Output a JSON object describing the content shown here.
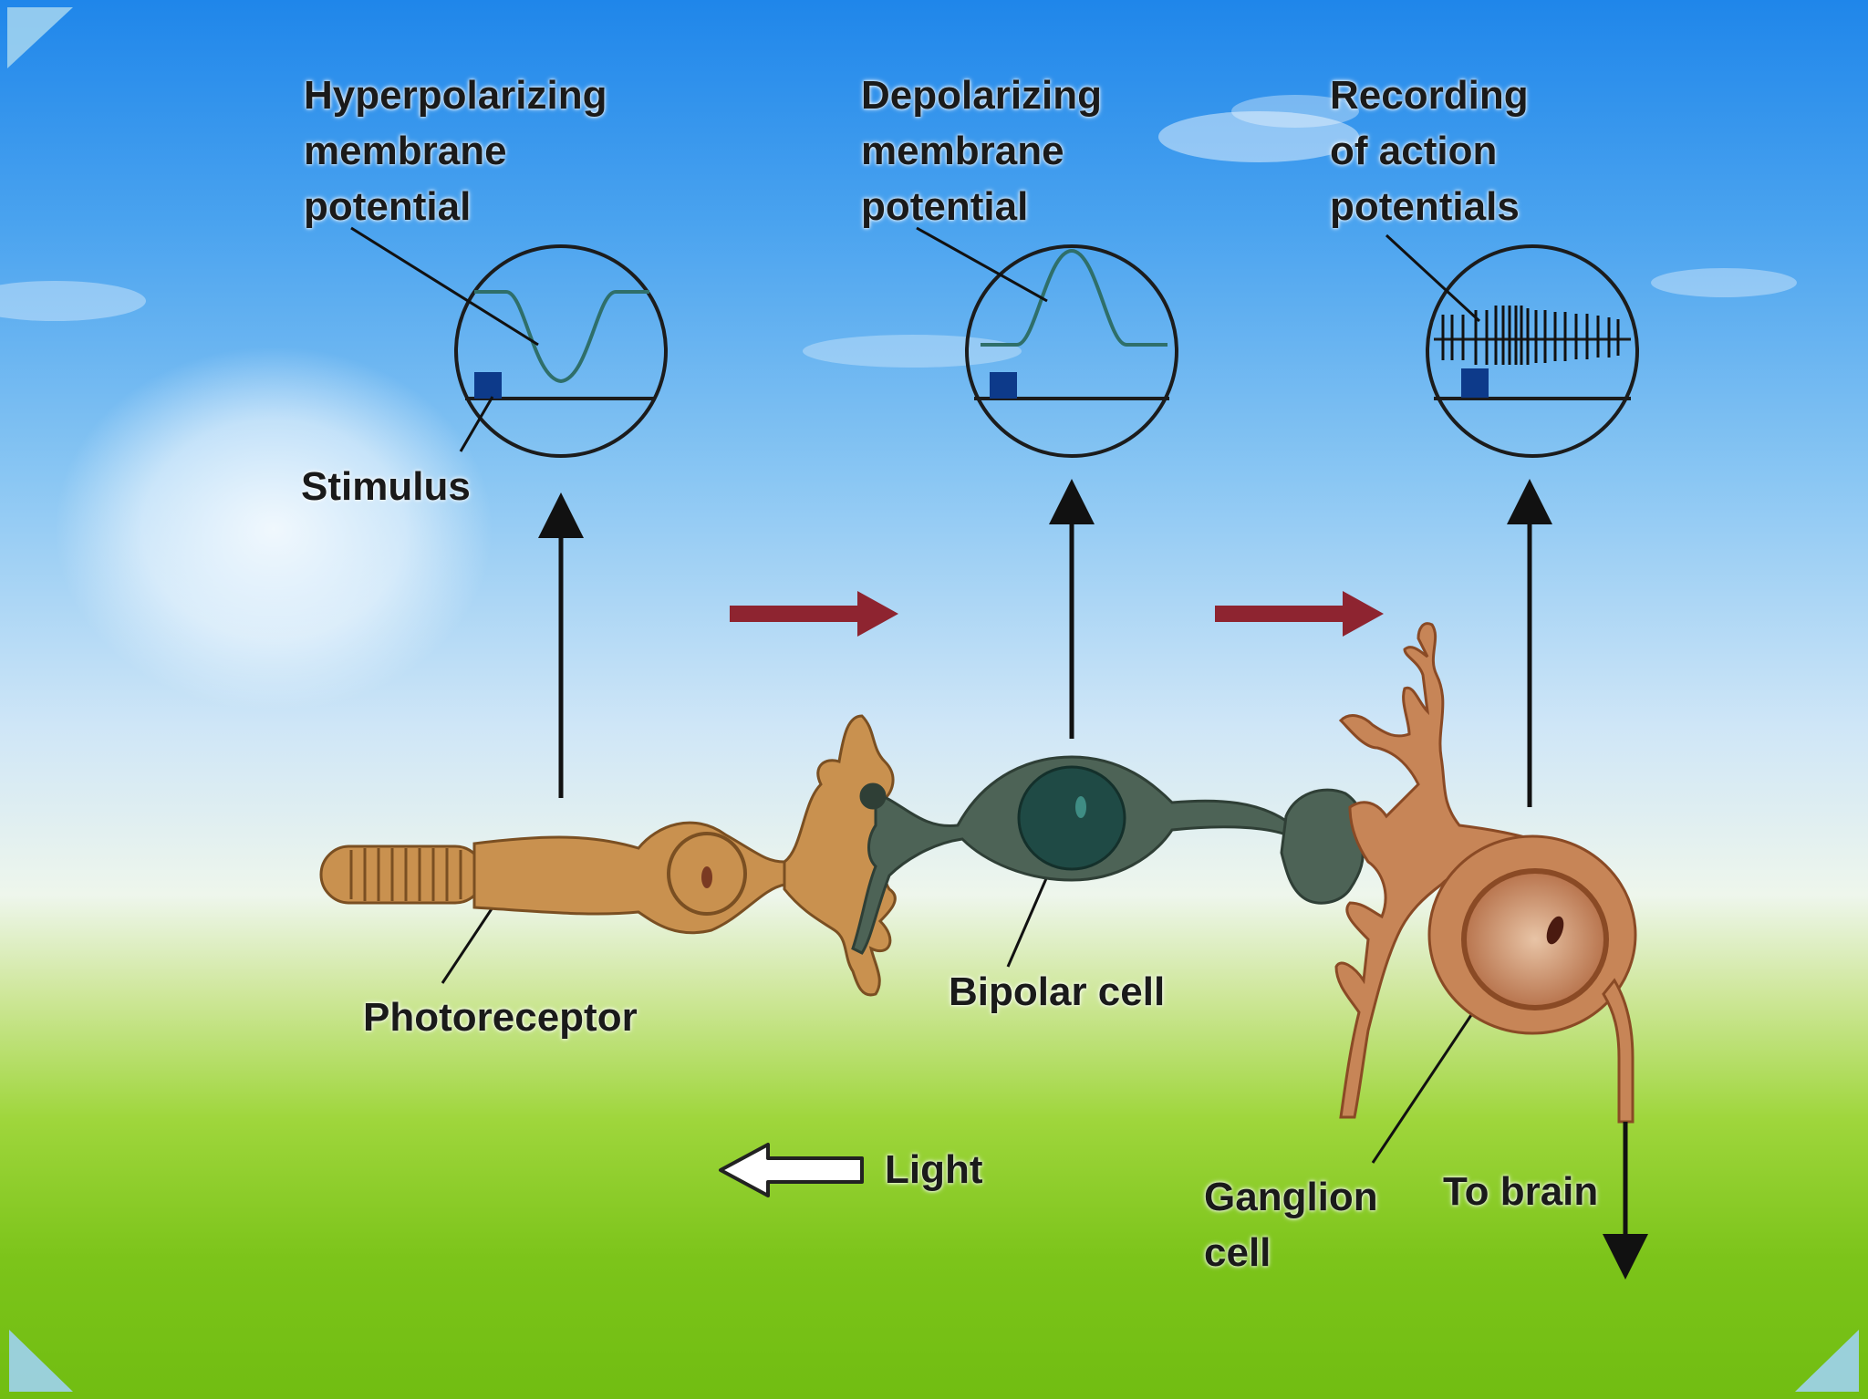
{
  "labels": {
    "hyperpolarizing": "Hyperpolarizing\nmembrane\npotential",
    "depolarizing": "Depolarizing\nmembrane\npotential",
    "recording": "Recording\nof action\npotentials",
    "stimulus": "Stimulus",
    "photoreceptor": "Photoreceptor",
    "bipolar_cell": "Bipolar cell",
    "light": "Light",
    "ganglion_cell": "Ganglion\ncell",
    "to_brain": "To brain"
  },
  "colors": {
    "photoreceptor_fill": "#c9914f",
    "bipolar_fill": "#4d6356",
    "ganglion_fill": "#c78557",
    "signal_arrow": "#8e2430",
    "trace": "#2f6f6a",
    "stimulus": "#0d3a8a",
    "corner_accent": "#9fd2ef"
  },
  "icons": {
    "light_arrow": "hollow-left-arrow-icon",
    "signal_arrow": "right-arrow-icon",
    "recording_arrow": "up-arrow-icon",
    "output_arrow": "down-arrow-icon"
  }
}
